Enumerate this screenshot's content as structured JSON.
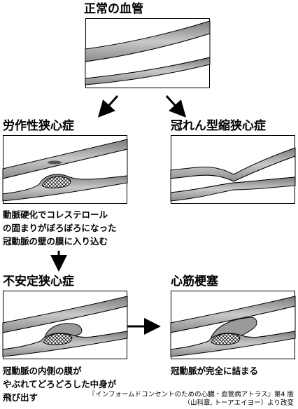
{
  "panels": {
    "normal": {
      "title": "正常の血管"
    },
    "angina": {
      "title": "労作性狭心症",
      "desc": [
        "動脈硬化でコレステロール",
        "の固まりがぼろぼろになった",
        "冠動脈の壁の膜に入り込む"
      ]
    },
    "spasm": {
      "title": "冠れん型縮狭心症"
    },
    "unstable": {
      "title": "不安定狭心症",
      "desc": [
        "冠動脈の内側の膜が",
        "やぶれてどろどろした中身が",
        "飛び出す"
      ]
    },
    "mi": {
      "title": "心筋梗塞",
      "desc": [
        "冠動脈が完全に詰まる"
      ]
    }
  },
  "credit": [
    "『インフォームドコンセントのための心臓・血管病アトラス』第4 版",
    "（山科章, トーアエイヨー）より改変"
  ]
}
